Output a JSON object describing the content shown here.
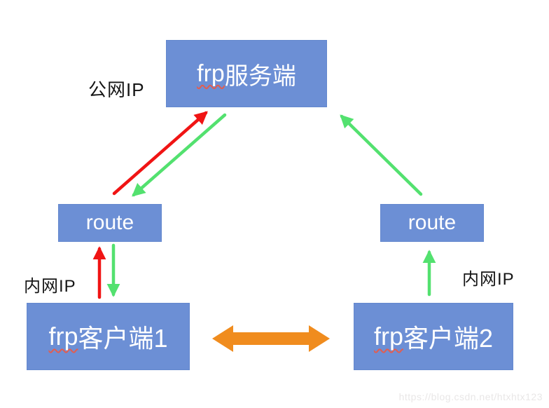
{
  "colors": {
    "box_blue": "#6C8FD5",
    "arrow_red": "#F01414",
    "arrow_green": "#53E16F",
    "arrow_orange": "#F08C1E",
    "spellcheck_wave_red": "#E25D50",
    "label_text": "#151515",
    "watermark_gray": "#E9E7E7"
  },
  "nodes": {
    "server": {
      "name_latin": "frp",
      "name_cjk": "服务端"
    },
    "route_left": {
      "label": "route"
    },
    "route_right": {
      "label": "route"
    },
    "client1": {
      "name_latin": "frp",
      "name_cjk": "客户端1"
    },
    "client2": {
      "name_latin": "frp",
      "name_cjk": "客户端2"
    }
  },
  "labels": {
    "public_ip": "公网IP",
    "lan_ip_left": "内网IP",
    "lan_ip_right": "内网IP"
  },
  "watermark": "https://blog.csdn.net/htxhtx123",
  "arrows": [
    {
      "name": "route-left-to-server",
      "color": "red",
      "direction": "up-right"
    },
    {
      "name": "server-to-route-left",
      "color": "green",
      "direction": "down-left"
    },
    {
      "name": "route-right-to-server",
      "color": "green",
      "direction": "up-left"
    },
    {
      "name": "client1-to-route-left",
      "color": "red",
      "direction": "up"
    },
    {
      "name": "route-left-to-client1",
      "color": "green",
      "direction": "down"
    },
    {
      "name": "client2-to-route-right",
      "color": "green",
      "direction": "up"
    },
    {
      "name": "client1-client2-bidirectional",
      "color": "orange",
      "direction": "horizontal-both"
    }
  ]
}
